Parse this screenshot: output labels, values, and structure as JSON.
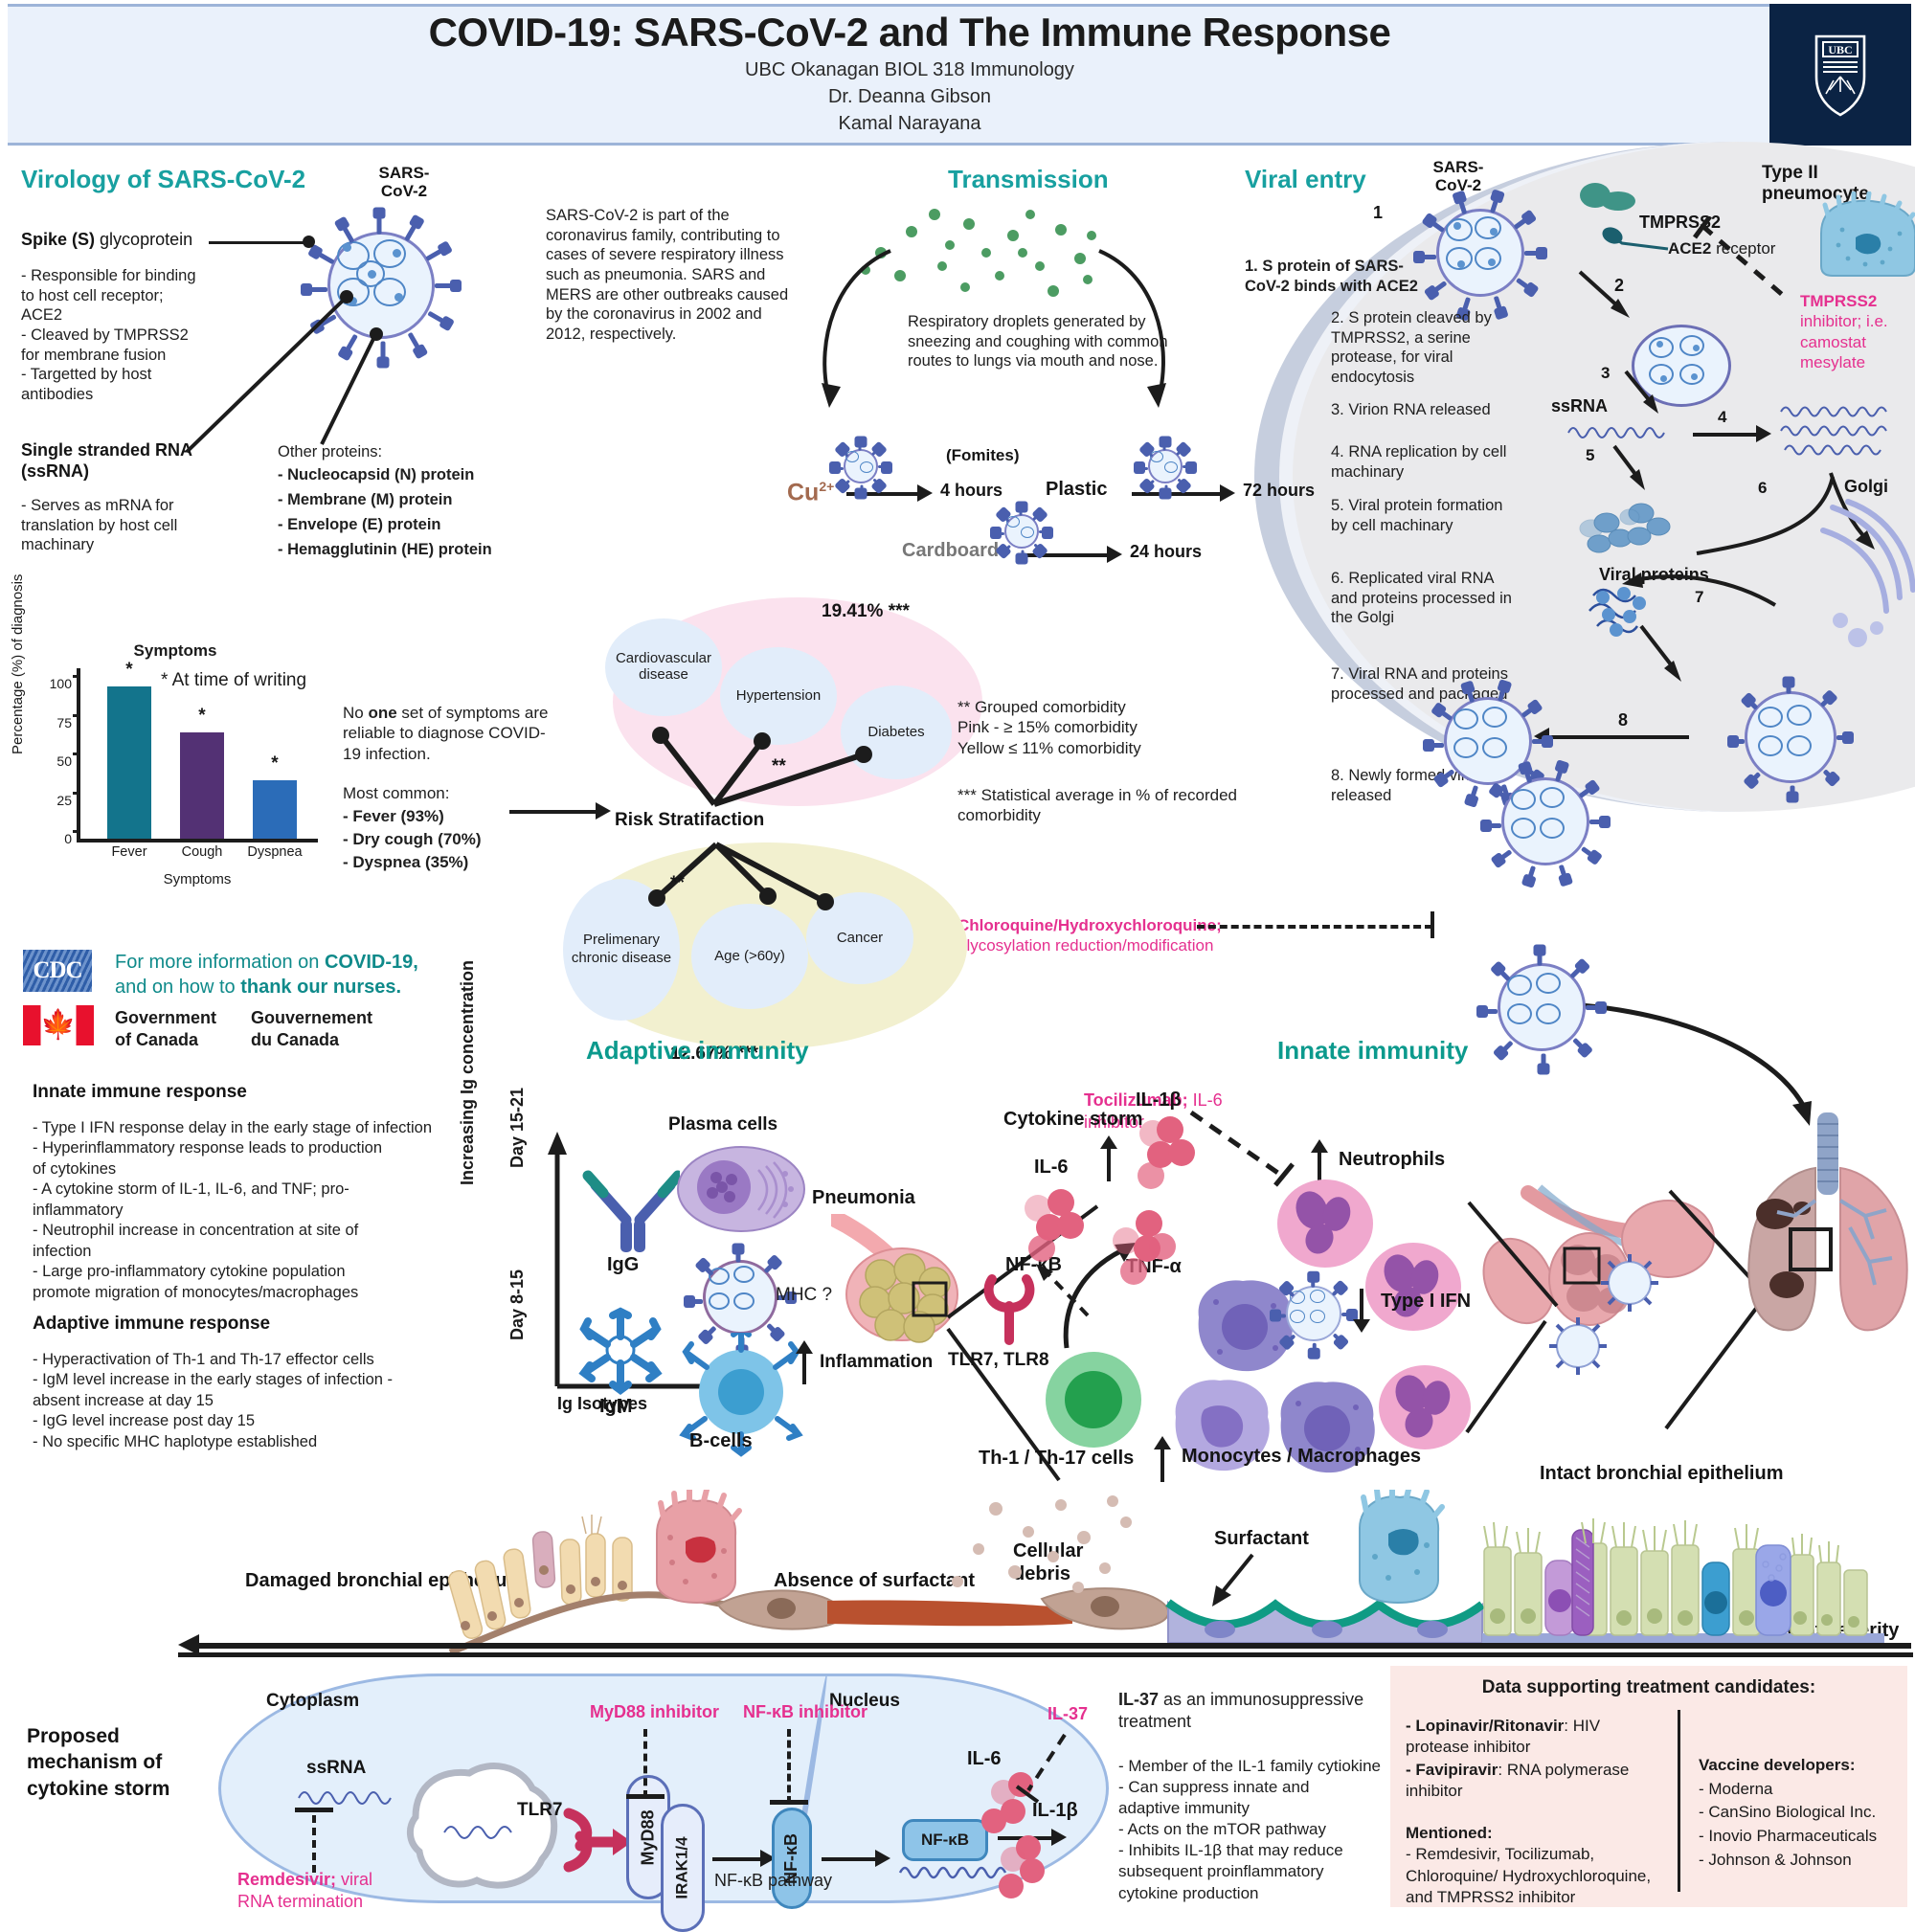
{
  "header": {
    "title": "COVID-19: SARS-CoV-2 and The Immune Response",
    "sub1": "UBC Okanagan BIOL 318 Immunology",
    "sub2": "Dr. Deanna Gibson",
    "sub3": "Kamal Narayana",
    "logo_text": "UBC"
  },
  "virology": {
    "heading": "Virology of SARS-CoV-2",
    "virus_label": "SARS-\nCoV-2",
    "spike_title": "Spike (S) glycoprotein",
    "spike_bullets": "- Responsible for binding\nto host cell receptor;\nACE2\n- Cleaved by TMPRSS2\nfor membrane fusion\n- Targetted by host\nantibodies",
    "ssrna_title": "Single stranded RNA\n(ssRNA)",
    "ssrna_bullets": "- Serves as mRNA for\ntranslation by host cell\nmachinary",
    "other_proteins_title": "Other proteins:",
    "other_proteins": [
      "- Nucleocapsid (N) protein",
      "- Membrane (M) protein",
      "- Envelope (E) protein",
      "- Hemagglutinin (HE) protein"
    ],
    "family_para": "SARS-CoV-2 is part of the coronavirus family, contributing to cases of severe respiratory illness such as pneumonia. SARS and MERS are other outbreaks caused by the coronavirus in 2002 and 2012, respectively."
  },
  "transmission": {
    "heading": "Transmission",
    "droplet_text": "Respiratory droplets generated by sneezing and coughing with common routes to lungs via mouth and nose.",
    "fomites_label": "(Fomites)",
    "surfaces": [
      {
        "name": "Cu2+",
        "time": "4 hours"
      },
      {
        "name": "Plastic",
        "time": "72 hours"
      },
      {
        "name": "Cardboard",
        "time": "24 hours"
      }
    ]
  },
  "viral_entry": {
    "heading": "Viral entry",
    "virus_label": "SARS-\nCoV-2",
    "steps": [
      "1. S protein of SARS-CoV-2 binds with ACE2",
      "2. S protein cleaved by TMPRSS2, a serine protease, for viral endocytosis",
      "3. Virion RNA released",
      "4. RNA replication by cell machinary",
      "5. Viral protein formation by cell machinary",
      "6. Replicated viral RNA and proteins processed in the Golgi",
      "7. Viral RNA and proteins processed and packaged",
      "8. Newly formed virions released"
    ],
    "step_numbers": [
      "1",
      "2",
      "3",
      "4",
      "5",
      "6",
      "7",
      "8"
    ],
    "cell_labels": {
      "pneumocyte": "Type II pneumocyte",
      "tmprss2": "TMPRSS2",
      "ace2": "ACE2 receptor",
      "ssrna": "ssRNA",
      "viral_proteins": "Viral proteins",
      "golgi": "Golgi"
    },
    "tmprss2_inhibitor": "TMPRSS2\ninhibitor; i.e.\ncamostat mesylate",
    "chloroquine_bold": "Chloroquine/Hydroxychloroquine;",
    "chloroquine_sub": "glycosylation reduction/modification"
  },
  "symptoms": {
    "note_star": "* At time of writing",
    "no_one_text": "No one set of symptoms are reliable to diagnose COVID-19 infection.",
    "most_common_title": "Most common:",
    "most_common": [
      "- Fever (93%)",
      "- Dry cough (70%)",
      "- Dyspnea (35%)"
    ]
  },
  "chart_data": {
    "type": "bar",
    "title": "Symptoms",
    "xlabel": "Symptoms",
    "ylabel": "Percentage (%) of diagnosis",
    "categories": [
      "Fever",
      "Cough",
      "Dyspnea"
    ],
    "values": [
      96,
      67,
      37
    ],
    "colors": [
      "#13748c",
      "#533174",
      "#2b6cb8"
    ],
    "ylim": [
      0,
      110
    ],
    "yticks": [
      0,
      25,
      50,
      75,
      100
    ],
    "annotations": [
      "*",
      "*",
      "*"
    ],
    "grid": false,
    "legend": "none"
  },
  "risk": {
    "center_label": "Risk Stratifaction",
    "pink_pct": "19.41% ***",
    "yellow_pct": "12.67% ***",
    "pink_nodes": [
      "Cardiovascular disease",
      "Hypertension",
      "Diabetes"
    ],
    "yellow_nodes": [
      "Prelimenary chronic disease",
      "Age (>60y)",
      "Cancer"
    ],
    "star2": "**",
    "legend_grouped": "** Grouped comorbidity\nPink - ≥ 15% comorbidity\nYellow ≤ 11% comorbidity",
    "legend_stat": "*** Statistical average in % of recorded comorbidity"
  },
  "links": {
    "cdc_logo": "CDC",
    "cdc_text_1": "For more information on ",
    "cdc_text_covid": "COVID-19,",
    "cdc_text_2": "and on how to ",
    "cdc_text_nurses": "thank our nurses.",
    "gov_en": "Government\nof Canada",
    "gov_fr": "Gouvernement\ndu Canada"
  },
  "immune_notes": {
    "innate_title": "Innate immune response",
    "innate_bullets": "- Type I IFN response delay in the early stage of infection\n- Hyperinflammatory response leads to production\nof cytokines\n- A cytokine storm of IL-1, IL-6, and TNF; pro-\ninflammatory\n- Neutrophil increase in concentration at site of\ninfection\n- Large pro-inflammatory cytokine population\npromote migration of monocytes/macrophages",
    "adaptive_title": "Adaptive immune response",
    "adaptive_bullets": "- Hyperactivation of Th-1 and Th-17 effector cells\n- IgM level increase in the early stages of infection -\nabsent increase at day 15\n- IgG level increase post day 15\n- No specific MHC haplotype established"
  },
  "adaptive": {
    "heading": "Adaptive immunity",
    "y_axis": "Increasing Ig concentration",
    "x_axis": "Ig Isotypes",
    "day_upper": "Day 15-21",
    "day_lower": "Day 8-15",
    "igg": "IgG",
    "igm": "IgM",
    "plasma_cells": "Plasma cells",
    "b_cells": "B-cells",
    "mhc": "MHC ?",
    "inflammation": "Inflammation",
    "pneumonia": "Pneumonia",
    "tlr": "TLR7, TLR8",
    "th_cells": "Th-1 / Th-17 cells",
    "tocilizumab": "Tocilizumab;",
    "tocilizumab_rest": " IL-6",
    "tocilizumab_line2": "inhibitor"
  },
  "innate": {
    "heading": "Innate immunity",
    "cytokine_storm": "Cytokine storm",
    "il6": "IL-6",
    "il1b": "IL-1β",
    "tnfa": "TNF-α",
    "nfkb": "NF-κB",
    "neutrophils": "Neutrophils",
    "type1ifn": "Type I IFN",
    "monocytes": "Monocytes / Macrophages"
  },
  "epithelium": {
    "damaged": "Damaged bronchial epithelium",
    "absence": "Absence of surfactant",
    "debris": "Cellular\ndebris",
    "surfactant": "Surfactant",
    "intact": "Intact bronchial epithelium",
    "severity": "Degree of severity"
  },
  "mechanism": {
    "title": "Proposed\nmechanism of\ncytokine storm",
    "cytoplasm": "Cytoplasm",
    "nucleus": "Nucleus",
    "ssrna": "ssRNA",
    "tlr7": "TLR7",
    "myd88": "MyD88",
    "irak": "IRAK1/4",
    "nfkb": "NF-κB",
    "nfkb_pathway": "NF-κB pathway",
    "myd88_inhibitor": "MyD88 inhibitor",
    "nfkb_inhibitor": "NF-κB inhibitor",
    "remdesivir_bold": "Remdesivir;",
    "remdesivir_rest": " viral\nRNA termination",
    "il6": "IL-6",
    "il1b": "IL-1β",
    "il37": "IL-37"
  },
  "il37": {
    "title_bold": "IL-37",
    "title_rest": " as an immunosuppressive treatment",
    "bullets": "- Member of the IL-1 family cytiokine\n- Can suppress innate and\nadaptive immunity\n- Acts on the mTOR pathway\n- Inhibits IL-1β that may reduce\nsubsequent proinflammatory\ncytokine production"
  },
  "treatments": {
    "title": "Data supporting treatment candidates:",
    "item1_bold": "- Lopinavir/Ritonavir",
    "item1_rest": ": HIV protease inhibitor",
    "item2_bold": "- Favipiravir",
    "item2_rest": ": RNA polymerase inhibitor",
    "mentioned_title": "Mentioned:",
    "mentioned_text": "-  Remdesivir, Tocilizumab, Chloroquine/ Hydroxychloroquine, and TMPRSS2 inhibitor",
    "vaccine_title": "Vaccine developers:",
    "vaccines": [
      "- Moderna",
      "- CanSino Biological Inc.",
      "- Inovio Pharmaceuticals",
      "- Johnson & Johnson"
    ]
  },
  "colors": {
    "teal": "#18a0a0",
    "teal_dark": "#0c9a8d",
    "pink_accent": "#e5308f",
    "header_bg": "#eaf1fb",
    "ubc_navy": "#0b2344",
    "pink_ellipse": "#fbe2ee",
    "yellow_ellipse": "#f2f0cf",
    "treat_panel": "#fbe9e6",
    "cytoplasm": "#e3effb"
  }
}
